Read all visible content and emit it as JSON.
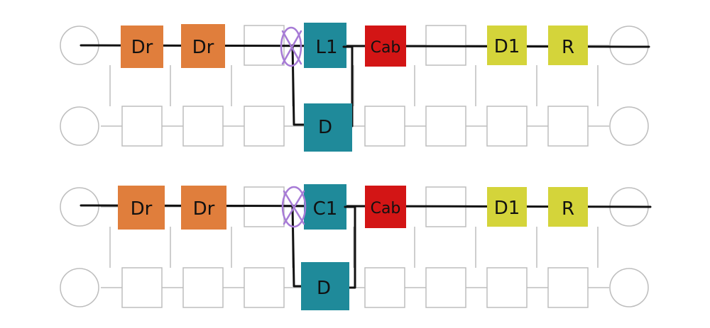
{
  "colors": {
    "background": "#ffffff",
    "grid": "#bdbdbd",
    "wire": "#111111",
    "dr": "#e07e3c",
    "teal": "#1f8a9a",
    "red": "#d31515",
    "yellow": "#d4d43a",
    "mark": "#a77bd6"
  },
  "rows": [
    {
      "blocks": [
        {
          "label": "Dr",
          "color": "dr"
        },
        {
          "label": "Dr",
          "color": "dr"
        },
        {
          "label": "L1",
          "color": "teal"
        },
        {
          "label": "Cab",
          "color": "red"
        },
        {
          "label": "D1",
          "color": "yellow"
        },
        {
          "label": "R",
          "color": "yellow"
        }
      ],
      "branch": {
        "label": "D",
        "color": "teal"
      }
    },
    {
      "blocks": [
        {
          "label": "Dr",
          "color": "dr"
        },
        {
          "label": "Dr",
          "color": "dr"
        },
        {
          "label": "C1",
          "color": "teal"
        },
        {
          "label": "Cab",
          "color": "red"
        },
        {
          "label": "D1",
          "color": "yellow"
        },
        {
          "label": "R",
          "color": "yellow"
        }
      ],
      "branch": {
        "label": "D",
        "color": "teal"
      }
    }
  ]
}
